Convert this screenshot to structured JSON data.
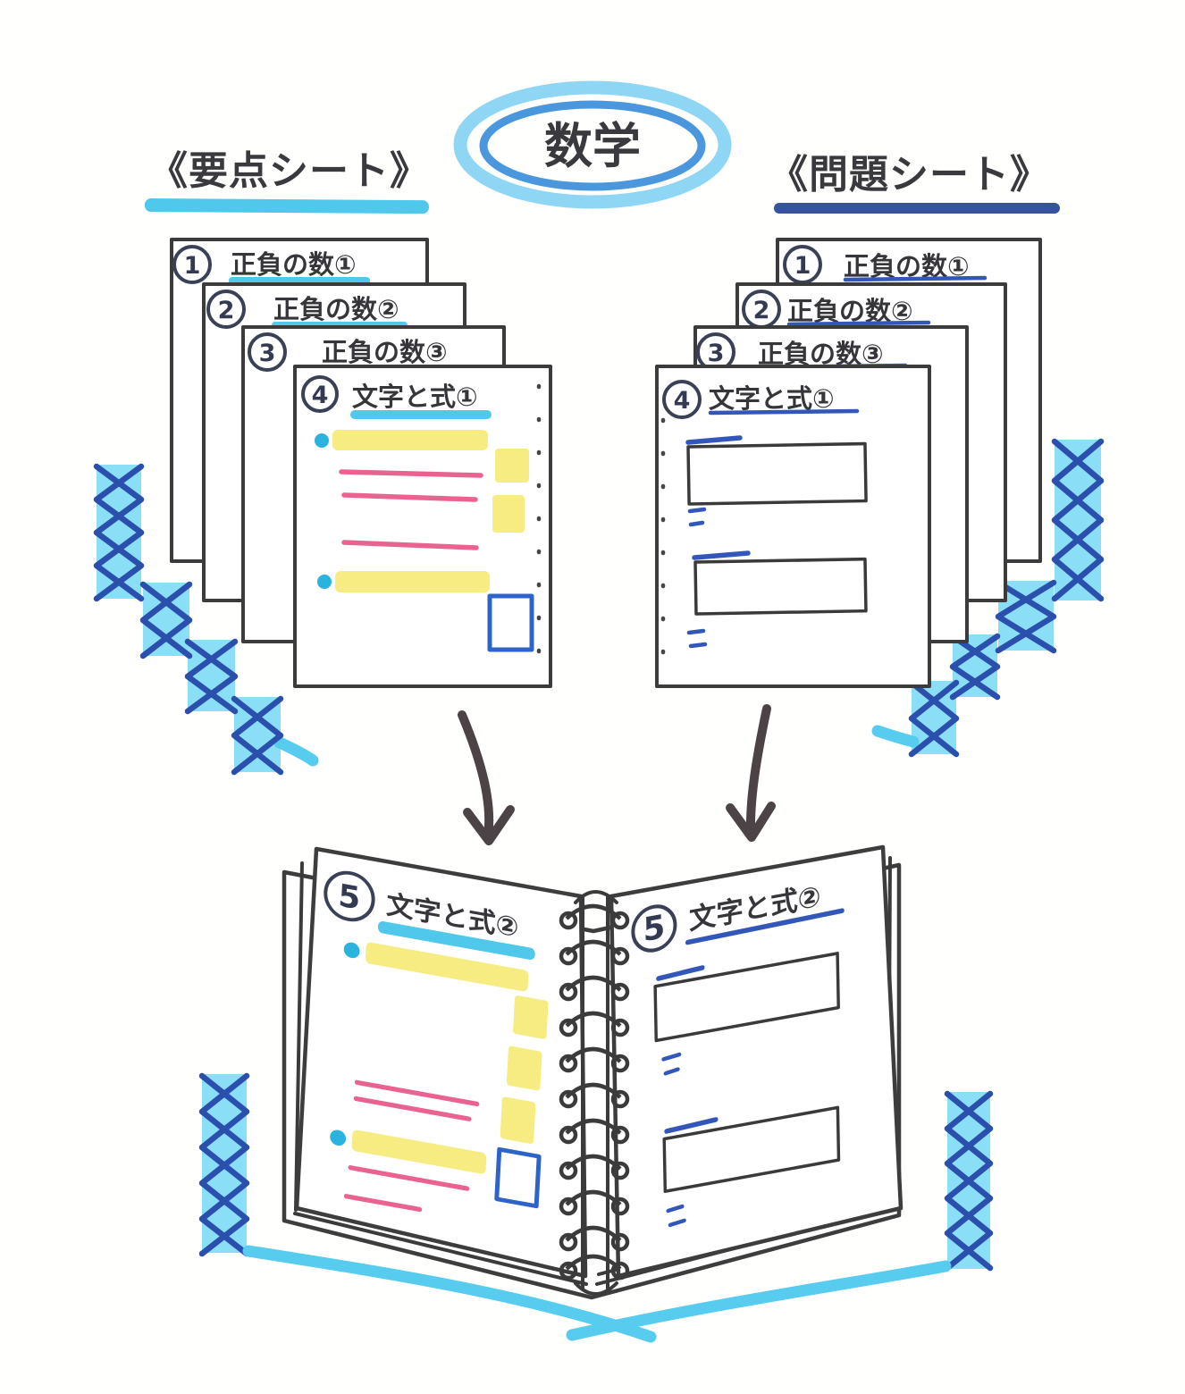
{
  "subject_badge": {
    "text": "数学"
  },
  "left_section": {
    "heading": "《要点シート》",
    "sheets": [
      {
        "number": "1",
        "title": "正負の数①"
      },
      {
        "number": "2",
        "title": "正負の数②"
      },
      {
        "number": "3",
        "title": "正負の数③"
      },
      {
        "number": "4",
        "title": "文字と式①"
      }
    ]
  },
  "right_section": {
    "heading": "《問題シート》",
    "sheets": [
      {
        "number": "1",
        "title": "正負の数①"
      },
      {
        "number": "2",
        "title": "正負の数②"
      },
      {
        "number": "3",
        "title": "正負の数③"
      },
      {
        "number": "4",
        "title": "文字と式①"
      }
    ]
  },
  "notebook": {
    "left_page": {
      "number": "5",
      "title": "文字と式②"
    },
    "right_page": {
      "number": "5",
      "title": "文字と式②"
    }
  },
  "colors": {
    "cyan_highlighter": "#4fc8eb",
    "cyan_swoosh": "#57ccee",
    "light_cyan_band": "#8adef5",
    "navy_crosshatch": "#2b4fad",
    "navy_underline": "#36539f",
    "blue_pen": "#3356bb",
    "blue_box": "#2e63c8",
    "yellow_highlighter": "#f6ec82",
    "pink_pen": "#ea6390",
    "ink": "#3b3b3b",
    "oval_outer_blue": "#8fd6f4",
    "oval_inner_blue": "#4b97dd"
  }
}
